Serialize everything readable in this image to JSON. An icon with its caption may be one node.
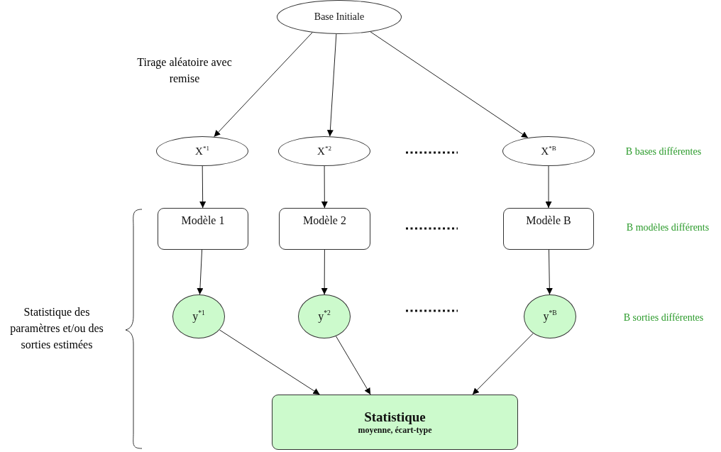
{
  "diagram": {
    "nodes": [
      {
        "text": [
          "Base Initiale"
        ]
      },
      {
        "text": [
          "X$^{*1}$"
        ]
      },
      {
        "text": [
          "X$^{*2}$"
        ]
      },
      {
        "text": [
          "X$^{*B}$"
        ]
      },
      {
        "text": [
          "Modèle 1"
        ]
      },
      {
        "text": [
          "Modèle 2"
        ]
      },
      {
        "text": [
          "Modèle B"
        ]
      },
      {
        "text": [
          "y$^{*1}$"
        ]
      },
      {
        "text": [
          "y$^{*2}$"
        ]
      },
      {
        "text": [
          "y$^{*B}$"
        ]
      },
      {
        "text": [
          "Statistique",
          "moyenne, écart-type"
        ]
      }
    ],
    "edges": [
      {
        "from": 0,
        "to": 1,
        "arrow": "to"
      },
      {
        "from": 0,
        "to": 2,
        "arrow": "to"
      },
      {
        "from": 0,
        "to": 3,
        "arrow": "to"
      },
      {
        "from": 1,
        "to": 4,
        "arrow": "to"
      },
      {
        "from": 2,
        "to": 5,
        "arrow": "to"
      },
      {
        "from": 3,
        "to": 6,
        "arrow": "to"
      },
      {
        "from": 4,
        "to": 7,
        "arrow": "to"
      },
      {
        "from": 5,
        "to": 8,
        "arrow": "to"
      },
      {
        "from": 6,
        "to": 9,
        "arrow": "to"
      },
      {
        "from": 7,
        "to": 10,
        "arrow": "to"
      },
      {
        "from": 8,
        "to": 10,
        "arrow": "to"
      },
      {
        "from": 9,
        "to": 10,
        "arrow": "to"
      }
    ],
    "labels": [
      "Tirage aléatoire avec remise",
      "B bases différentes",
      "B modèles différents",
      "Statistique des paramètres et/ou des sorties estimées",
      "B sorties différentes"
    ]
  }
}
